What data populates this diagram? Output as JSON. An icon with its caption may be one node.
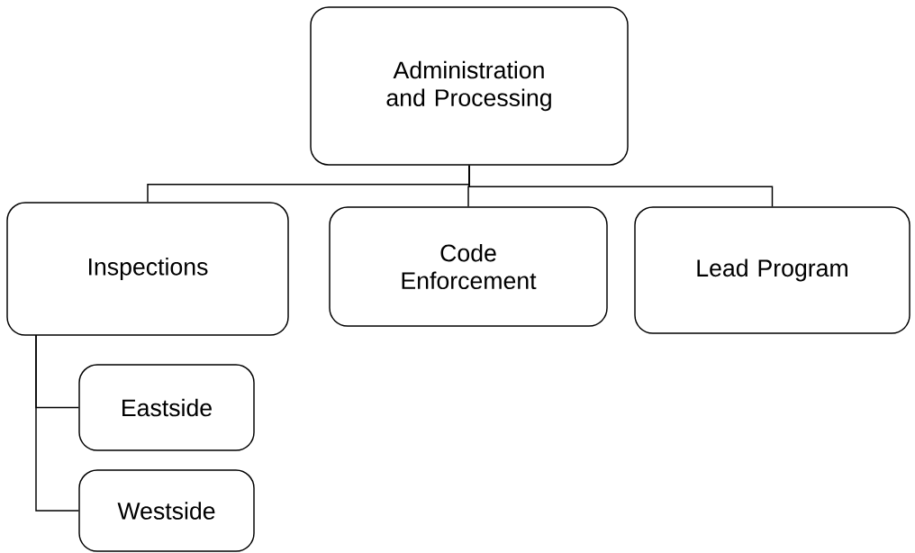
{
  "diagram": {
    "nodes": [
      {
        "text": [
          "Administration and Processing"
        ]
      },
      {
        "text": [
          "Inspections"
        ]
      },
      {
        "text": [
          "Code Enforcement"
        ]
      },
      {
        "text": [
          "Lead Program"
        ]
      },
      {
        "text": [
          "Eastside"
        ]
      },
      {
        "text": [
          "Westside"
        ]
      }
    ],
    "edges": [
      {
        "from": 0,
        "to": 1,
        "arrow": "none"
      },
      {
        "from": 0,
        "to": 2,
        "arrow": "none"
      },
      {
        "from": 0,
        "to": 3,
        "arrow": "none"
      },
      {
        "from": 1,
        "to": 4,
        "arrow": "none"
      },
      {
        "from": 1,
        "to": 5,
        "arrow": "none"
      }
    ]
  }
}
